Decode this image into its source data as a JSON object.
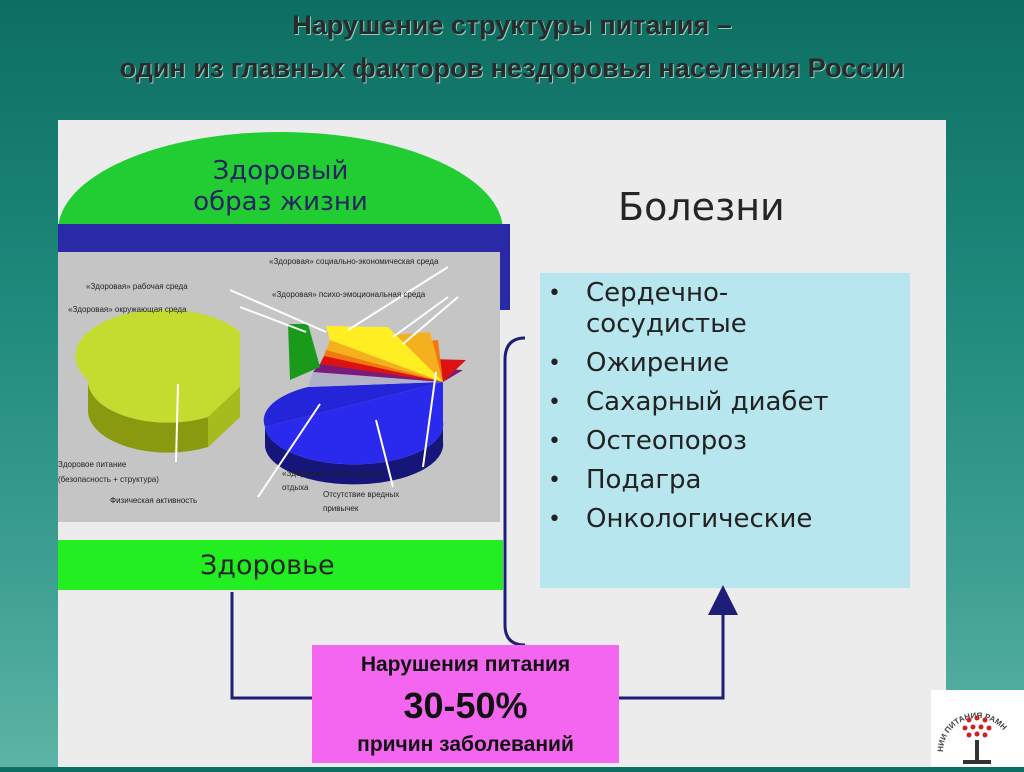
{
  "title": {
    "line1": "Нарушение структуры питания –",
    "line2": "один из главных факторов нездоровья населения России"
  },
  "healthy_lifestyle": "Здоровый\nобраз жизни",
  "pie_labels": {
    "socio_economic": "«Здоровая» социально-экономическая среда",
    "work_env": "«Здоровая» рабочая среда",
    "psycho_env": "«Здоровая» психо-эмоциональная среда",
    "surround_env": "«Здоровая» окружающая среда",
    "nutrition_1": "Здоровое питание",
    "nutrition_2": "(безопасность + структура)",
    "work_regime_1": "«Здоровый» режим труда и",
    "work_regime_2": "отдыха",
    "no_habits_1": "Отсутствие вредных",
    "no_habits_2": "привычек",
    "physical": "Физическая активность"
  },
  "health": "Здоровье",
  "diseases": {
    "title": "Болезни",
    "items": [
      "Сердечно-\nсосудистые",
      "Ожирение",
      "Сахарный диабет",
      "Остеопороз",
      "Подагра",
      "Онкологические"
    ]
  },
  "nutrition_box": {
    "line1": "Нарушения питания",
    "line2": "30-50%",
    "line3": "причин заболеваний"
  },
  "logo": {
    "text": "НИИ ПИТАНИЯ РАМН"
  },
  "colors": {
    "green": "#22cc33",
    "blue": "#2a2aa8",
    "pink": "#f566f0",
    "light_blue": "#b8e6ee"
  }
}
